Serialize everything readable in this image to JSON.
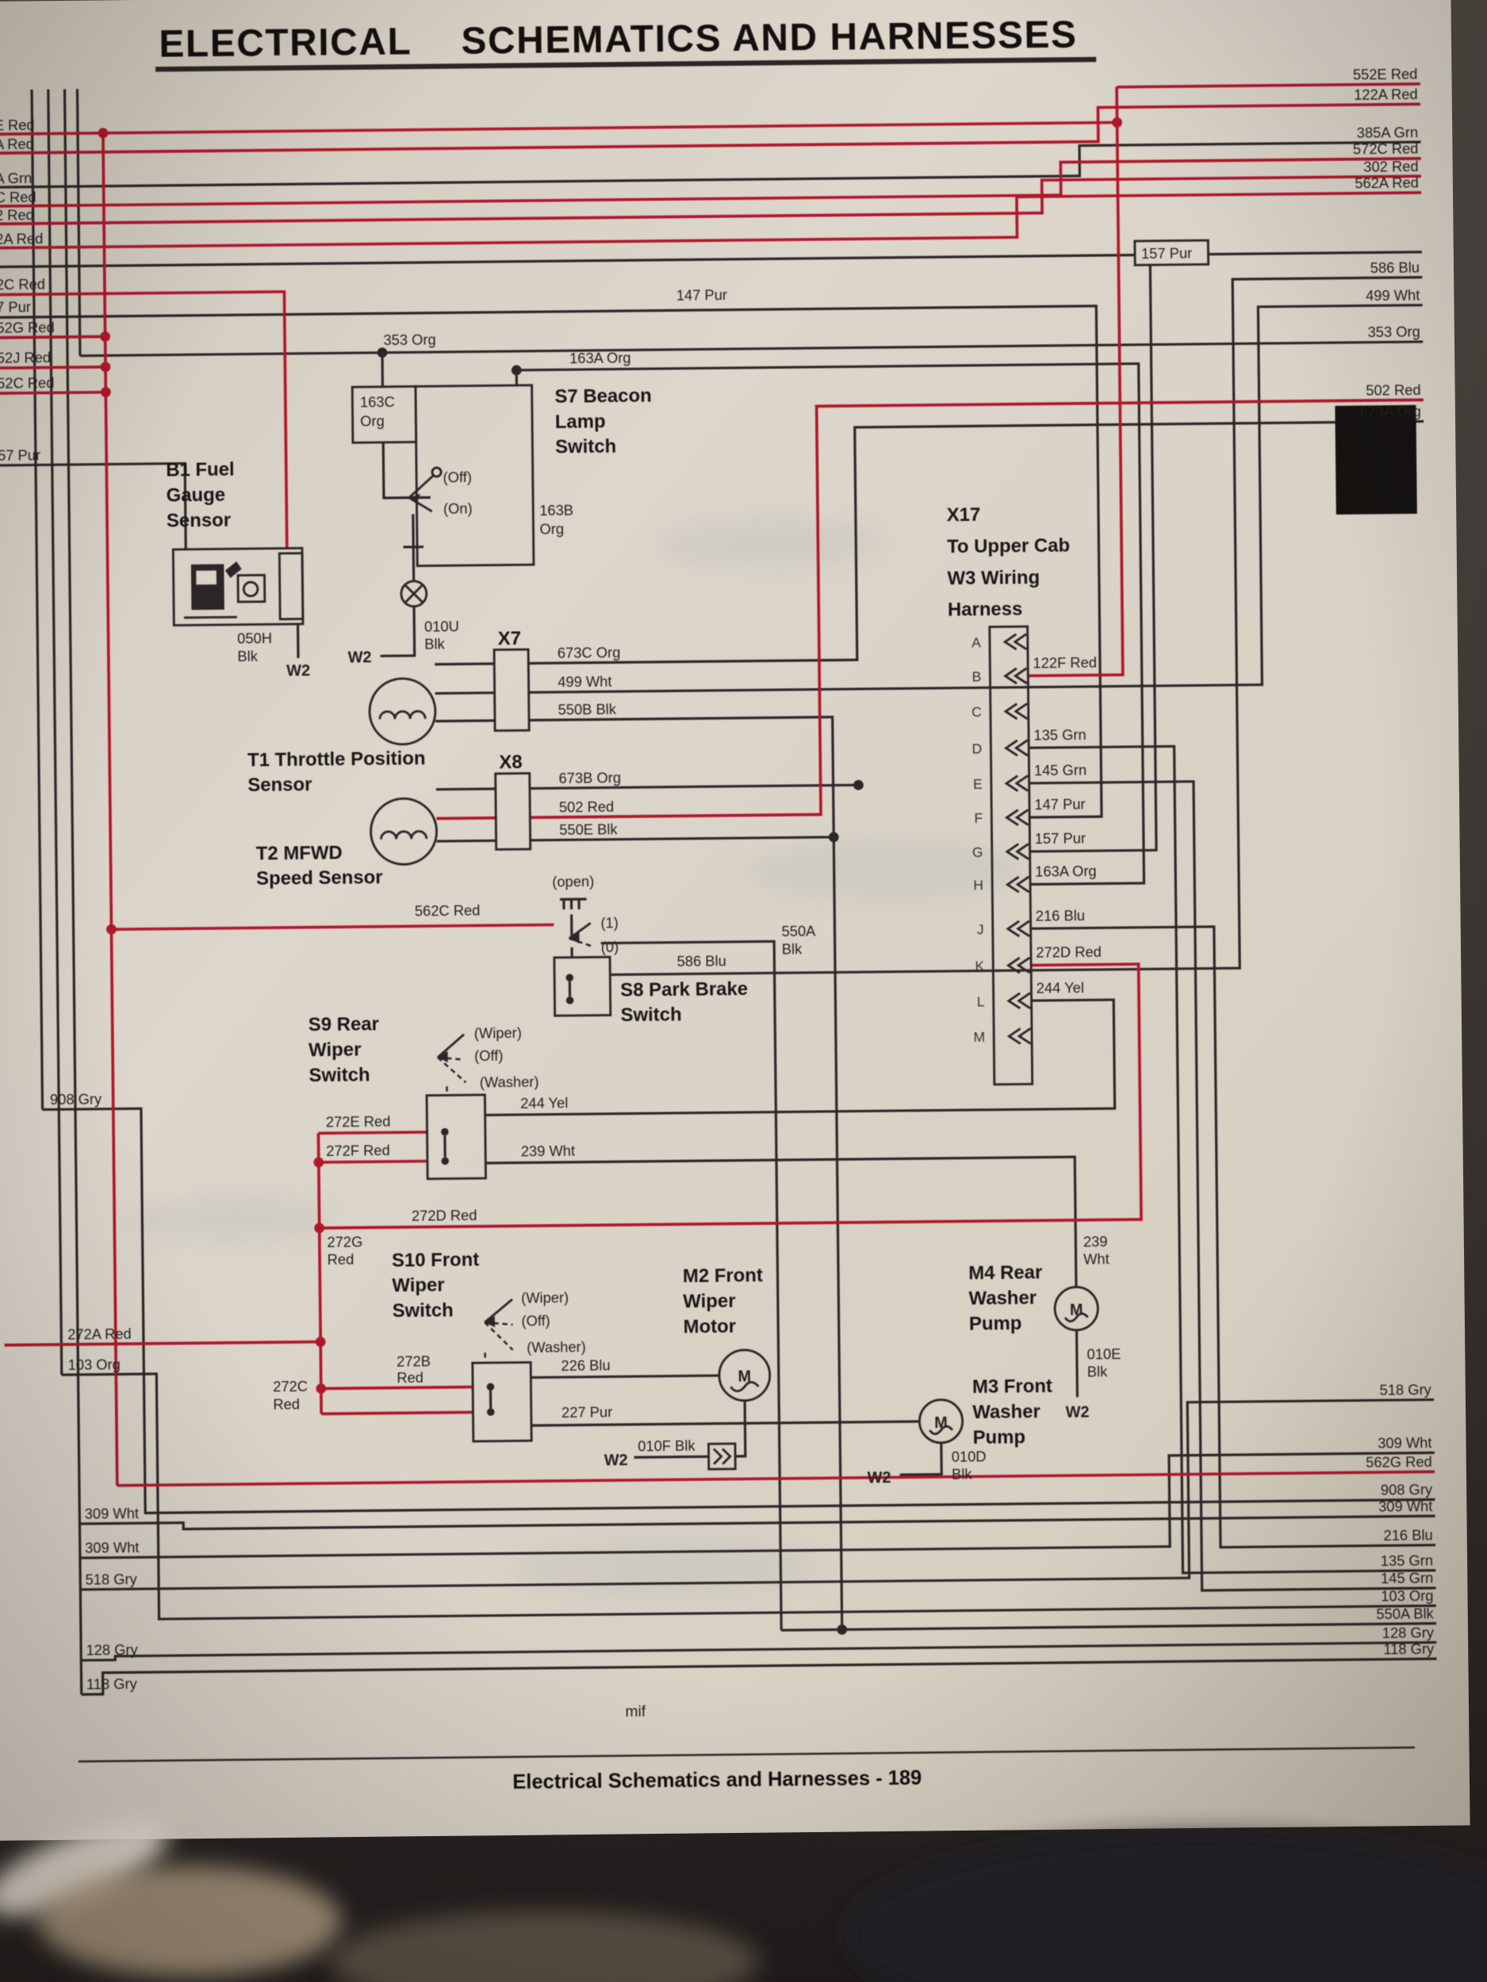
{
  "header": {
    "title_left": "ELECTRICAL",
    "title_right": "SCHEMATICS AND HARNESSES"
  },
  "footer": {
    "text": "Electrical  Schematics and Harnesses  - 189",
    "mif": "mif"
  },
  "left_labels": [
    "E Red",
    "A Red",
    "A Grn",
    "C Red",
    "2 Red",
    "2A Red",
    "2C Red",
    "7 Pur",
    "52G Red",
    "52J Red",
    "52C Red",
    "57 Pur",
    "908 Gry",
    "272A Red",
    "103 Org",
    "309 Wht",
    "309 Wht",
    "518 Gry",
    "128 Gry",
    "118 Gry"
  ],
  "right_labels": [
    "552E Red",
    "122A Red",
    "385A Grn",
    "572C Red",
    "302 Red",
    "562A Red",
    "586 Blu",
    "499 Wht",
    "353 Org",
    "502 Red",
    "673A Org",
    "518 Gry",
    "309 Wht",
    "562G Red",
    "908 Gry",
    "309 Wht",
    "216 Blu",
    "135 Grn",
    "145 Grn",
    "103 Org",
    "550A Blk",
    "128 Gry",
    "118 Gry"
  ],
  "boxed_labels": {
    "pur157": "157 Pur"
  },
  "b1": {
    "title": [
      "B1 Fuel",
      "Gauge",
      "Sensor"
    ],
    "ground": [
      "050H",
      "Blk"
    ],
    "w2": "W2"
  },
  "s7": {
    "title": [
      "S7 Beacon",
      "Lamp",
      "Switch"
    ],
    "off": "(Off)",
    "on": "(On)",
    "w163c": [
      "163C",
      "Org"
    ],
    "w163b": [
      "163B",
      "Org"
    ],
    "w163a": "163A Org",
    "w353": "353 Org",
    "w147": "147 Pur",
    "ground": [
      "010U",
      "Blk"
    ],
    "w2": "W2"
  },
  "x7": {
    "name": "X7",
    "wires": [
      "673C Org",
      "499 Wht",
      "550B Blk"
    ]
  },
  "x8": {
    "name": "X8",
    "wires": [
      "673B Org",
      "502 Red",
      "550E Blk"
    ]
  },
  "t1": {
    "title": [
      "T1 Throttle Position",
      "Sensor"
    ]
  },
  "t2": {
    "title": [
      "T2 MFWD",
      "Speed Sensor"
    ]
  },
  "s8": {
    "title": [
      "S8 Park Brake",
      "Switch"
    ],
    "open": "(open)",
    "pos1": "(1)",
    "pos0": "(0)",
    "w562c": "562C Red",
    "w586": "586 Blu",
    "w550a": [
      "550A",
      "Blk"
    ]
  },
  "s9": {
    "title": [
      "S9 Rear",
      "Wiper",
      "Switch"
    ],
    "wiper": "(Wiper)",
    "off": "(Off)",
    "washer": "(Washer)",
    "w244": "244 Yel",
    "w239": "239 Wht",
    "w272e": "272E Red",
    "w272f": "272F Red",
    "w272d": "272D Red",
    "w272g": [
      "272G",
      "Red"
    ]
  },
  "s10": {
    "title": [
      "S10 Front",
      "Wiper",
      "Switch"
    ],
    "wiper": "(Wiper)",
    "off": "(Off)",
    "washer": "(Washer)",
    "w226": "226 Blu",
    "w227": "227 Pur",
    "w272b": [
      "272B",
      "Red"
    ],
    "w272c": [
      "272C",
      "Red"
    ]
  },
  "m2": {
    "title": [
      "M2 Front",
      "Wiper",
      "Motor"
    ],
    "m": "M",
    "w2": "W2",
    "ground": "010F Blk"
  },
  "m3": {
    "title": [
      "M3 Front",
      "Washer",
      "Pump"
    ],
    "m": "M",
    "w2": "W2",
    "ground": [
      "010D",
      "Blk"
    ]
  },
  "m4": {
    "title": [
      "M4 Rear",
      "Washer",
      "Pump"
    ],
    "m": "M",
    "w2": "W2",
    "ground": [
      "010E",
      "Blk"
    ],
    "w239": [
      "239",
      "Wht"
    ]
  },
  "x17": {
    "title": [
      "X17",
      "To Upper Cab",
      "W3 Wiring",
      "Harness"
    ],
    "pins": [
      "A",
      "B",
      "C",
      "D",
      "E",
      "F",
      "G",
      "H",
      "J",
      "K",
      "L",
      "M"
    ],
    "wires": [
      "122F Red",
      "135 Grn",
      "145 Grn",
      "147 Pur",
      "157 Pur",
      "163A Org",
      "216 Blu",
      "272D Red",
      "244 Yel"
    ]
  },
  "colors": {
    "red_wire": "#b2162b",
    "ink": "#2c2628",
    "page": "#d9d3c7"
  }
}
